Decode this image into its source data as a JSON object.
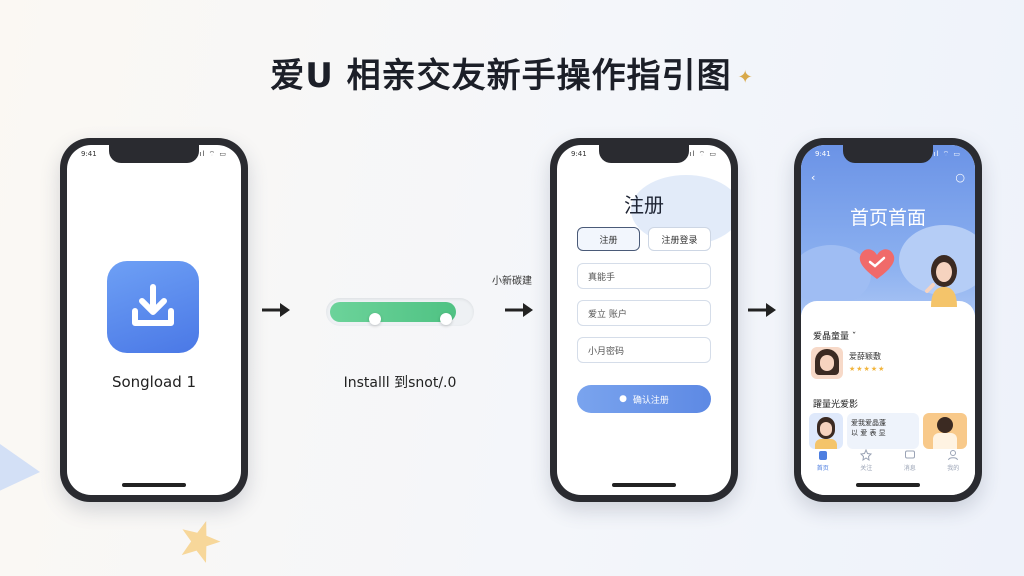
{
  "title": "爱U 相亲交友新手操作指引图",
  "title_sparkle": "✦",
  "steps": {
    "download": {
      "status_time": "9:41",
      "status_icons": "ııl ⌔ ▭",
      "app_label": "Songload 1",
      "icon": "download-icon"
    },
    "install": {
      "label": "Installl 到snot/.0",
      "progress": 0.9
    },
    "register": {
      "step_label": "小新碳建",
      "status_time": "9:41",
      "title": "注册",
      "tabs": [
        "注册",
        "注册登录"
      ],
      "fields": [
        "真能手",
        "爱立 账户",
        "小月密码"
      ],
      "button": "确认注册"
    },
    "home": {
      "status_time": "9:41",
      "back": "‹",
      "title": "首页首面",
      "section1": "爱晶童量 ˇ",
      "profile_name": "爱薛颖敷",
      "profile_stars": "★★★★★",
      "section2": "躍量光爱影",
      "card_text_1": "爱我爱晶蓬",
      "card_text_2": "以 爱 表 显",
      "tabs": [
        "首页",
        "关注",
        "消息",
        "我的"
      ]
    }
  },
  "colors": {
    "accent": "#5d89e4",
    "install_green": "#4fc283"
  }
}
